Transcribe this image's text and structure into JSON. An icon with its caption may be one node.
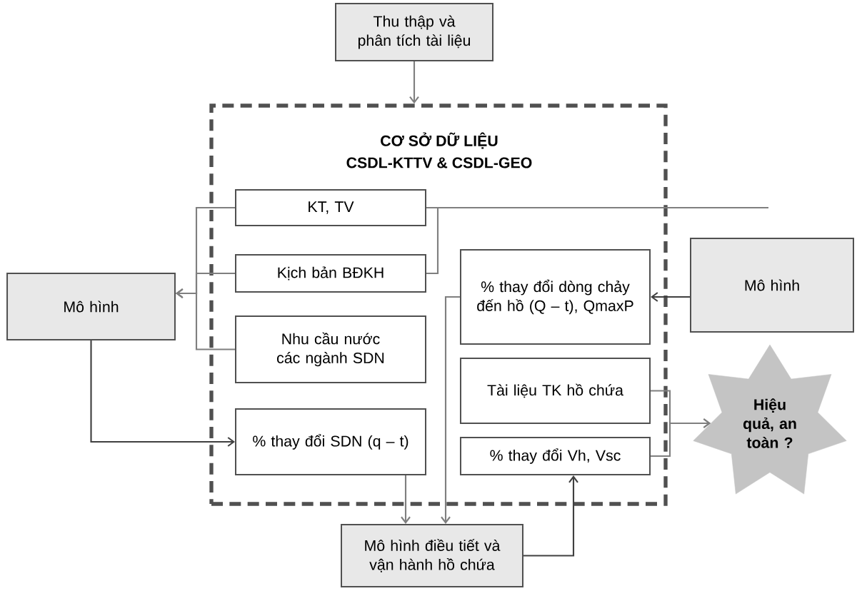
{
  "diagram": {
    "nodes": [
      {
        "text": [
          "Thu thập và phân tích tài liệu"
        ]
      },
      {
        "text": [
          "CƠ SỞ DỮ LIỆU",
          "CSDL-KTTV & CSDL-GEO"
        ]
      },
      {
        "text": [
          "KT, TV"
        ],
        "in": 1
      },
      {
        "text": [
          "Kịch bản BĐKH"
        ],
        "in": 1
      },
      {
        "text": [
          "Nhu cầu nước các ngành SDN"
        ],
        "in": 1
      },
      {
        "text": [
          "% thay đổi SDN (q – t)"
        ],
        "in": 1
      },
      {
        "text": [
          "% thay đổi dòng chảy đến hồ (Q – t), QmaxP"
        ],
        "in": 1
      },
      {
        "text": [
          "Tài liệu TK hồ chứa"
        ],
        "in": 1
      },
      {
        "text": [
          "% thay đổi Vh, Vsc"
        ],
        "in": 1
      },
      {
        "text": [
          "Mô hình"
        ]
      },
      {
        "text": [
          "Mô hình"
        ]
      },
      {
        "text": [
          "Hiệu quả, an toàn ?"
        ]
      },
      {
        "text": [
          "Mô hình điều tiết và vận hành hồ chứa"
        ]
      }
    ],
    "edges": [
      {
        "from": 0,
        "to": 1,
        "arrow": "to"
      },
      {
        "from": 2,
        "to": 9,
        "arrow": "to"
      },
      {
        "from": 3,
        "to": 9,
        "arrow": "to"
      },
      {
        "from": 4,
        "to": 9,
        "arrow": "to"
      },
      {
        "from": 2,
        "to": null,
        "arrow": "none"
      },
      {
        "from": 3,
        "to": null,
        "arrow": "none"
      },
      {
        "from": 10,
        "to": 6,
        "arrow": "to",
        "color": "#404040"
      },
      {
        "from": 9,
        "to": 5,
        "arrow": "to",
        "color": "#404040"
      },
      {
        "from": 5,
        "to": 12,
        "arrow": "to"
      },
      {
        "from": 6,
        "to": 12,
        "arrow": "to"
      },
      {
        "from": 12,
        "to": 8,
        "arrow": "to",
        "color": "#404040"
      },
      {
        "from": 7,
        "to": 11,
        "arrow": "to"
      },
      {
        "from": 8,
        "to": 11,
        "arrow": "to"
      }
    ]
  }
}
